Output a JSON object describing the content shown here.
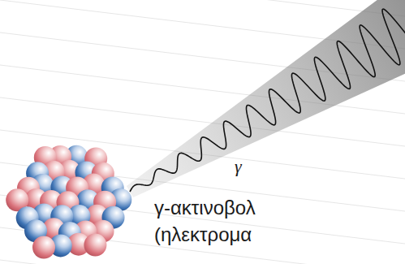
{
  "diagram": {
    "labels": [
      "γ",
      "γ-ακτινοβολ",
      "(ηλεκτρομα"
    ]
  }
}
